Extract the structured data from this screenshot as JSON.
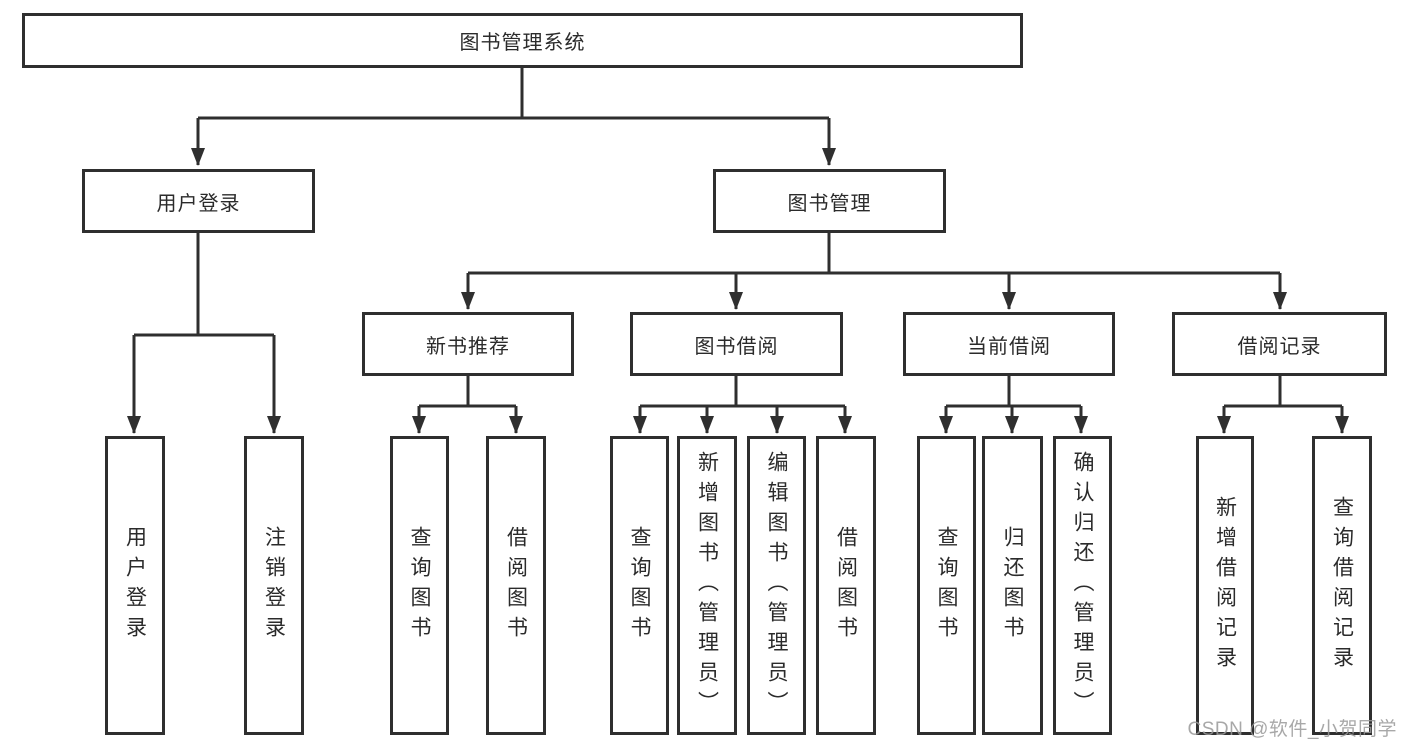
{
  "diagram": {
    "root": {
      "label": "图书管理系统"
    },
    "level2": [
      {
        "label": "用户登录",
        "parent": "图书管理系统"
      },
      {
        "label": "图书管理",
        "parent": "图书管理系统"
      }
    ],
    "level3": [
      {
        "label": "新书推荐",
        "parent": "图书管理"
      },
      {
        "label": "图书借阅",
        "parent": "图书管理"
      },
      {
        "label": "当前借阅",
        "parent": "图书管理"
      },
      {
        "label": "借阅记录",
        "parent": "图书管理"
      }
    ],
    "leaves": [
      {
        "label": "用户登录",
        "parent": "用户登录"
      },
      {
        "label": "注销登录",
        "parent": "用户登录"
      },
      {
        "label": "查询图书",
        "parent": "新书推荐"
      },
      {
        "label": "借阅图书",
        "parent": "新书推荐"
      },
      {
        "label": "查询图书",
        "parent": "图书借阅"
      },
      {
        "label": "新增图书（管理员）",
        "parent": "图书借阅"
      },
      {
        "label": "编辑图书（管理员）",
        "parent": "图书借阅"
      },
      {
        "label": "借阅图书",
        "parent": "图书借阅"
      },
      {
        "label": "查询图书",
        "parent": "当前借阅"
      },
      {
        "label": "归还图书",
        "parent": "当前借阅"
      },
      {
        "label": "确认归还（管理员）",
        "parent": "当前借阅"
      },
      {
        "label": "新增借阅记录",
        "parent": "借阅记录"
      },
      {
        "label": "查询借阅记录",
        "parent": "借阅记录"
      }
    ]
  },
  "watermark": {
    "text": "CSDN @软件_小贺同学"
  },
  "colors": {
    "line": "#2f2f2f",
    "text": "#2b2b2b",
    "watermark": "#9a9a9a",
    "background": "#ffffff"
  }
}
